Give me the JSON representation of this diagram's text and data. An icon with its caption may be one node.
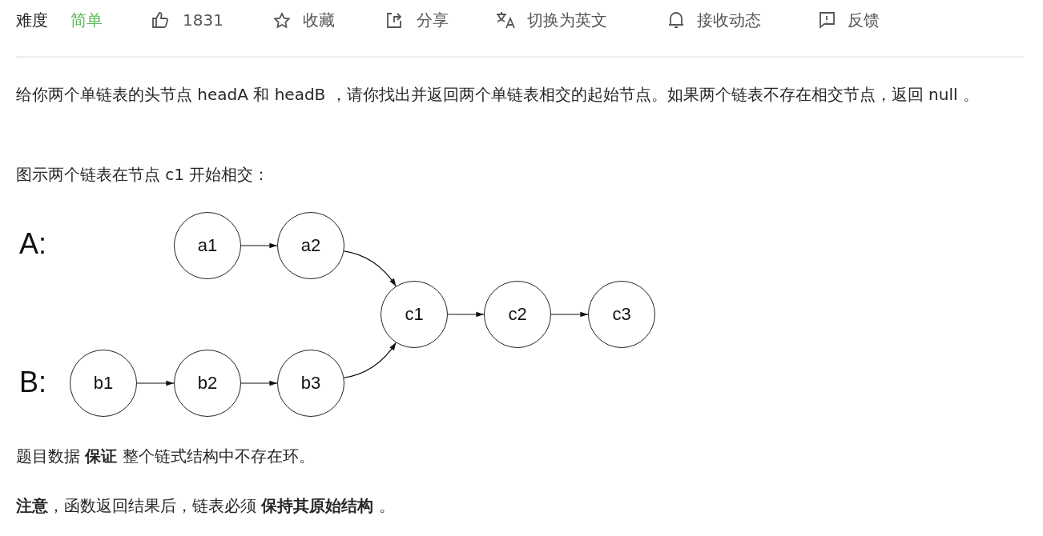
{
  "diagram": {
    "nodes": [
      {
        "text": [
          "a1"
        ]
      },
      {
        "text": [
          "a2"
        ]
      },
      {
        "text": [
          "c1"
        ]
      },
      {
        "text": [
          "c2"
        ]
      },
      {
        "text": [
          "c3"
        ]
      },
      {
        "text": [
          "b1"
        ]
      },
      {
        "text": [
          "b2"
        ]
      },
      {
        "text": [
          "b3"
        ]
      }
    ],
    "edges": [
      {
        "from": 0,
        "to": 1,
        "arrow": "to"
      },
      {
        "from": 1,
        "to": 2,
        "arrow": "to"
      },
      {
        "from": 2,
        "to": 3,
        "arrow": "to"
      },
      {
        "from": 3,
        "to": 4,
        "arrow": "to"
      },
      {
        "from": 5,
        "to": 6,
        "arrow": "to"
      },
      {
        "from": 6,
        "to": 7,
        "arrow": "to"
      },
      {
        "from": 7,
        "to": 2,
        "arrow": "to"
      }
    ],
    "labels": [
      "难度",
      "简单",
      "1831",
      "收藏",
      "分享",
      "切换为英文",
      "接收动态",
      "反馈",
      "给你两个单链表的头节点 headA 和 headB ，请你找出并返回两个单链表相交的起始节点。如果两个链表不存在相交节点，返回 null 。",
      "图示两个链表在节点 c1 开始相交：",
      "A:",
      "B:",
      "题目数据 **保证** 整个链式结构中不存在环。",
      "**注意**，函数返回结果后，链表必须 **保持其原始结构** 。"
    ]
  }
}
